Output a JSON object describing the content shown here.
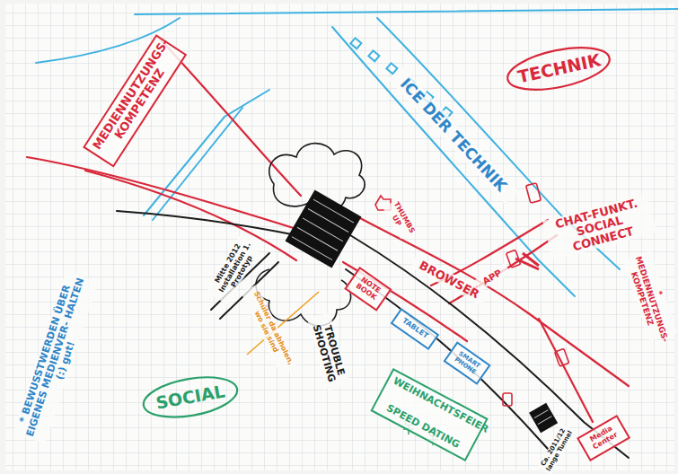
{
  "diagram": {
    "nodes": [
      {
        "text": [
          "MEDIENNUTZUNGS- KOMPETENZ"
        ]
      },
      {
        "text": [
          "TECHNIK"
        ]
      },
      {
        "text": [
          "SOCIAL"
        ]
      },
      {
        "text": [
          "NOTE BOOK"
        ]
      },
      {
        "text": [
          "TABLET"
        ]
      },
      {
        "text": [
          "SMART PHONE"
        ]
      },
      {
        "text": [
          "WEIHNACHTSFEIER",
          "SPEED DATING"
        ]
      },
      {
        "text": [
          "Media Center"
        ]
      }
    ],
    "labels": [
      "ICE DER TECHNIK",
      "THUMBS UP",
      "BROWSER",
      "CHAT-FUNKT. SOCIAL CONNECT",
      "APP",
      "* MEDIENNUTZUNGS- KOMPETENZ",
      "* BEWUSSTWERDEN ÜBER EIGENES MEDIENVER- HALTEN (:) gut!",
      "Mitte 2012 Installation 1. Prototyp",
      "TROUBLE SHOOTING",
      "Schüler da abholen, wo sie sind",
      "Ca. 2011/12 lange Tunnel"
    ]
  }
}
